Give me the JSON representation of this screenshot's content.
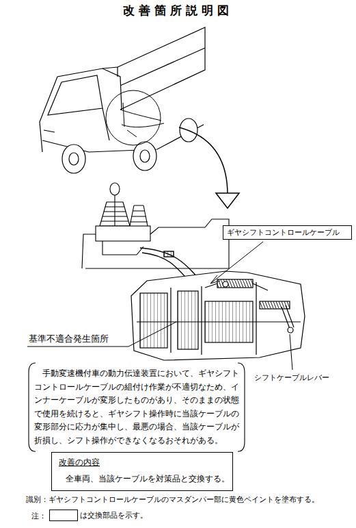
{
  "diagram": {
    "title": "改善箇所説明図",
    "nodes": [
      {
        "text": [
          "ギヤシフトコントロールケーブル"
        ]
      },
      {
        "text": [
          "改善の内容",
          "全車両、当該ケーブルを対策品と交換する。"
        ]
      }
    ],
    "labels": [
      "基準不適合発生箇所",
      "手動変速機付車の動力伝達装置において、ギヤシフトコントロールケーブルの組付け作業が不適切なため、インナーケーブルが変形したものがあり、そのままの状態で使用を続けると、ギヤシフト操作時に当該ケーブルの変形部分に応力が集中し、最悪の場合、当該ケーブルが折損し、シフト操作ができなくなるおそれがある。",
      "シフトケーブルレバー",
      "識別：ギヤシフトコントロールケーブルのマスダンパー部に黄色ペイントを塗布する。",
      "注："
    ],
    "legend": [
      {
        "text": "は交換部品を示す。"
      }
    ]
  }
}
